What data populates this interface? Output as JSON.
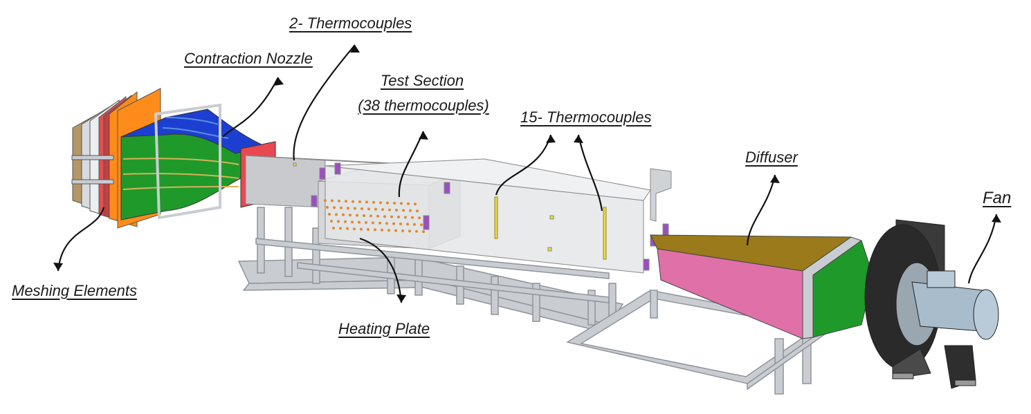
{
  "labels": {
    "thermo2": "2- Thermocouples",
    "nozzle": "Contraction Nozzle",
    "test_section_line1": "Test Section",
    "test_section_line2": "(38 thermocouples)",
    "thermo15": "15- Thermocouples",
    "diffuser": "Diffuser",
    "fan": "Fan",
    "meshing": "Meshing Elements",
    "heating": "Heating Plate"
  },
  "colors": {
    "frame": "#c9cdd2",
    "frame_dark": "#8e949a",
    "nozzle_green": "#1f9a2a",
    "nozzle_blue": "#1d3fd1",
    "orange": "#ff8c1a",
    "red": "#d8323a",
    "diffuser_top": "#9a7a1a",
    "diffuser_side": "#e070a8",
    "fan_housing": "#2a2a2a",
    "motor": "#a8bccc",
    "thermocouple_dot": "#e08a2a",
    "purple_clamp": "#9b4fc0",
    "yellow": "#e8d84a"
  }
}
